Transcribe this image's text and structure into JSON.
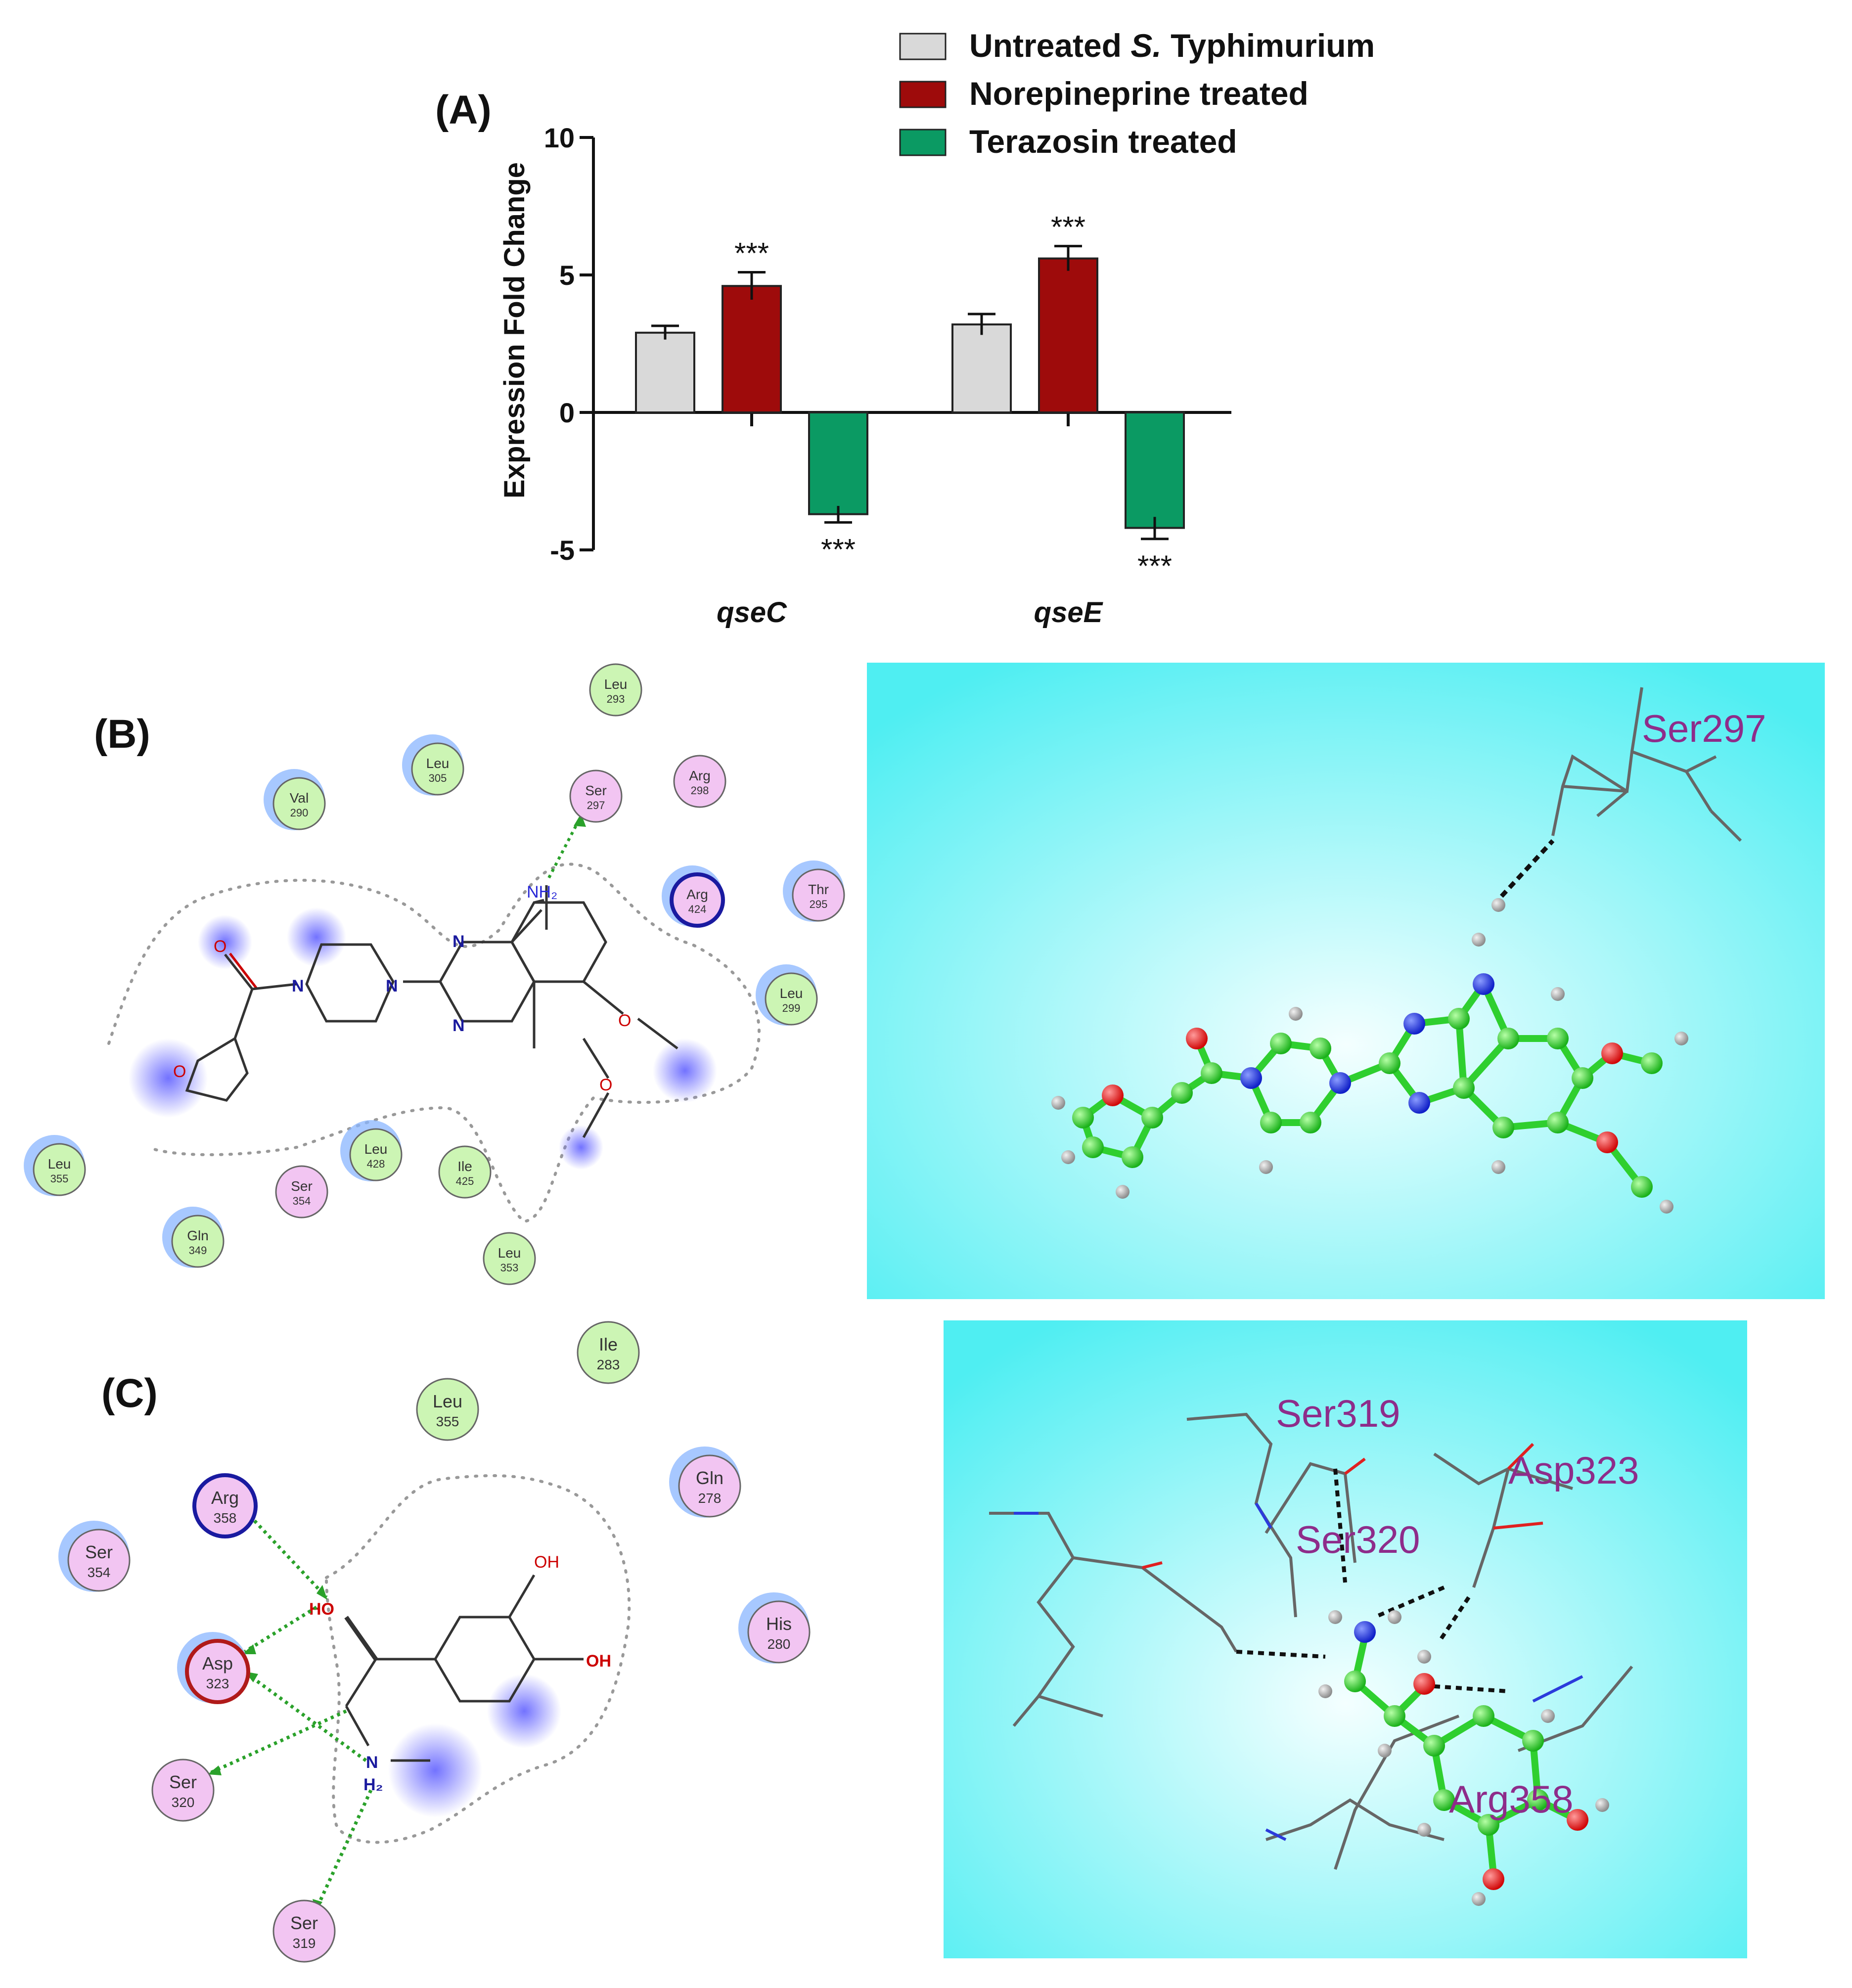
{
  "chart_data": {
    "type": "bar",
    "panel_label": "(A)",
    "categories": [
      "qseC",
      "qseE"
    ],
    "series": [
      {
        "name": "Untreated",
        "name_italic": "S.",
        "name_suffix": "Typhimurium",
        "color": "#d9d9d9",
        "values": [
          2.9,
          3.2
        ],
        "errors": [
          0.25,
          0.38
        ]
      },
      {
        "name": "Norepineprine treated",
        "color": "#9e0b0b",
        "values": [
          4.6,
          5.6
        ],
        "errors": [
          0.5,
          0.45
        ]
      },
      {
        "name": "Terazosin treated",
        "color": "#0b9a63",
        "values": [
          -3.7,
          -4.2
        ],
        "errors": [
          0.3,
          0.4
        ]
      }
    ],
    "significance": [
      [
        "",
        "***",
        "***"
      ],
      [
        "",
        "***",
        "***"
      ]
    ],
    "ylabel": "Expression Fold Change",
    "xlabel": "",
    "ylim": [
      -5,
      10
    ],
    "yticks": [
      -5,
      0,
      5,
      10
    ],
    "legend": "top-right",
    "grid": false
  },
  "panel_b": {
    "label": "(B)",
    "residues": [
      {
        "name": "Leu",
        "num": "293"
      },
      {
        "name": "Leu",
        "num": "305"
      },
      {
        "name": "Val",
        "num": "290"
      },
      {
        "name": "Ser",
        "num": "297"
      },
      {
        "name": "Arg",
        "num": "298"
      },
      {
        "name": "Arg",
        "num": "424"
      },
      {
        "name": "Thr",
        "num": "295"
      },
      {
        "name": "Leu",
        "num": "299"
      },
      {
        "name": "Leu",
        "num": "355"
      },
      {
        "name": "Ser",
        "num": "354"
      },
      {
        "name": "Leu",
        "num": "428"
      },
      {
        "name": "Ile",
        "num": "425"
      },
      {
        "name": "Gln",
        "num": "349"
      },
      {
        "name": "Leu",
        "num": "353"
      }
    ],
    "atoms": {
      "amine": "NH₂",
      "n1": "N",
      "n2": "N",
      "n3": "N",
      "n4": "N",
      "o1": "O",
      "o2": "O",
      "o3": "O",
      "o4": "O"
    },
    "label_3d": "Ser297"
  },
  "panel_c": {
    "label": "(C)",
    "residues": [
      {
        "name": "Ile",
        "num": "283"
      },
      {
        "name": "Leu",
        "num": "355"
      },
      {
        "name": "Gln",
        "num": "278"
      },
      {
        "name": "Arg",
        "num": "358"
      },
      {
        "name": "Ser",
        "num": "354"
      },
      {
        "name": "His",
        "num": "280"
      },
      {
        "name": "Asp",
        "num": "323"
      },
      {
        "name": "Ser",
        "num": "320"
      },
      {
        "name": "Ser",
        "num": "319"
      }
    ],
    "atoms": {
      "oh_top": "OH",
      "oh_right": "OH",
      "ho": "HO",
      "n": "N",
      "h2": "H₂"
    },
    "labels_3d": [
      "Ser319",
      "Asp323",
      "Ser320",
      "Arg358"
    ]
  }
}
